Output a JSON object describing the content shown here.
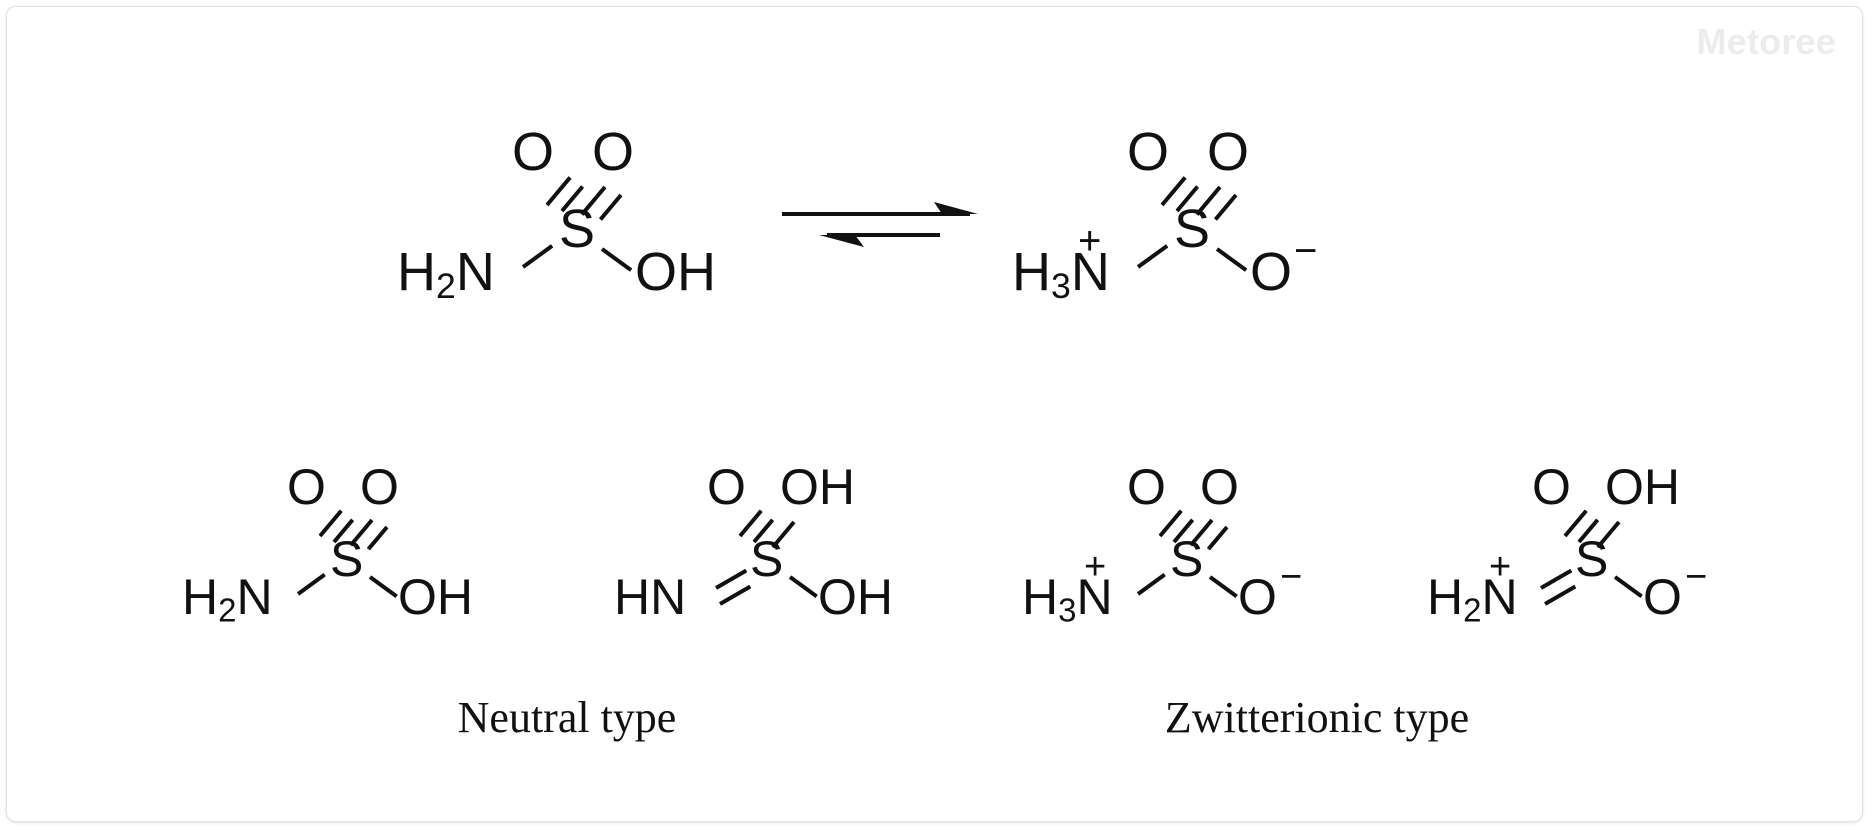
{
  "watermark": {
    "text": "Metoree"
  },
  "figure": {
    "title_alt": "Tautomeric / zwitterionic forms of sulfamic acid",
    "background": "#ffffff",
    "ink_color": "#111111",
    "watermark_color": "#ececec"
  },
  "reaction": {
    "arrow": {
      "name": "equilibrium-arrow",
      "type": "equilibrium",
      "forward_direction": "right",
      "reverse_direction": "left"
    }
  },
  "captions": [
    {
      "id": "neutral",
      "label": "Neutral type"
    },
    {
      "id": "zwitterionic",
      "label": "Zwitterionic type"
    }
  ],
  "molecules": [
    {
      "id": "top-neutral",
      "name": "sulfamic-acid-neutral",
      "formula_text": "H2N-S(=O)(=O)-OH",
      "atoms": {
        "left": "H₂N",
        "left_main": "H",
        "left_sub": "2",
        "left_tail": "N",
        "center": "S",
        "oxygen_left": "O",
        "oxygen_right": "O",
        "right": "OH"
      },
      "charges": {
        "nitrogen": "",
        "oxygen": ""
      },
      "bonds": {
        "n_s": "single",
        "s_o_left": "double",
        "s_o_right": "double",
        "s_right": "single"
      }
    },
    {
      "id": "top-zwitterion",
      "name": "sulfamic-acid-zwitterion",
      "formula_text": "H3N+-S(=O)(=O)-O-",
      "atoms": {
        "left_main": "H",
        "left_sub": "3",
        "left_tail": "N",
        "center": "S",
        "oxygen_left": "O",
        "oxygen_right": "O",
        "right": "O"
      },
      "charges": {
        "nitrogen": "+",
        "oxygen": "−"
      },
      "bonds": {
        "n_s": "single",
        "s_o_left": "double",
        "s_o_right": "double",
        "s_right": "single"
      }
    },
    {
      "id": "bottom-1",
      "name": "neutral-form-amine",
      "formula_text": "H2N-S(=O)(=O)-OH",
      "atoms": {
        "left_main": "H",
        "left_sub": "2",
        "left_tail": "N",
        "center": "S",
        "oxygen_left": "O",
        "oxygen_right": "O",
        "right": "OH"
      },
      "charges": {
        "nitrogen": "",
        "oxygen": ""
      },
      "bonds": {
        "n_s": "single",
        "s_o_left": "double",
        "s_o_right": "double",
        "s_right": "single"
      }
    },
    {
      "id": "bottom-2",
      "name": "neutral-form-imine",
      "formula_text": "HN=S(=O)(OH)-OH",
      "atoms": {
        "left_main": "HN",
        "left_sub": "",
        "left_tail": "",
        "center": "S",
        "oxygen_left": "O",
        "oxygen_right": "OH",
        "right": "OH"
      },
      "charges": {
        "nitrogen": "",
        "oxygen": ""
      },
      "bonds": {
        "n_s": "double",
        "s_o_left": "double",
        "s_o_right": "single",
        "s_right": "single"
      }
    },
    {
      "id": "bottom-3",
      "name": "zwitterion-form-ammonium",
      "formula_text": "H3N+-S(=O)(=O)-O-",
      "atoms": {
        "left_main": "H",
        "left_sub": "3",
        "left_tail": "N",
        "center": "S",
        "oxygen_left": "O",
        "oxygen_right": "O",
        "right": "O"
      },
      "charges": {
        "nitrogen": "+",
        "oxygen": "−"
      },
      "bonds": {
        "n_s": "single",
        "s_o_left": "double",
        "s_o_right": "double",
        "s_right": "single"
      }
    },
    {
      "id": "bottom-4",
      "name": "zwitterion-form-iminium",
      "formula_text": "H2N+=S(=O)(OH)-O-",
      "atoms": {
        "left_main": "H",
        "left_sub": "2",
        "left_tail": "N",
        "center": "S",
        "oxygen_left": "O",
        "oxygen_right": "OH",
        "right": "O"
      },
      "charges": {
        "nitrogen": "+",
        "oxygen": "−"
      },
      "bonds": {
        "n_s": "double",
        "s_o_left": "double",
        "s_o_right": "single",
        "s_right": "single"
      }
    }
  ]
}
